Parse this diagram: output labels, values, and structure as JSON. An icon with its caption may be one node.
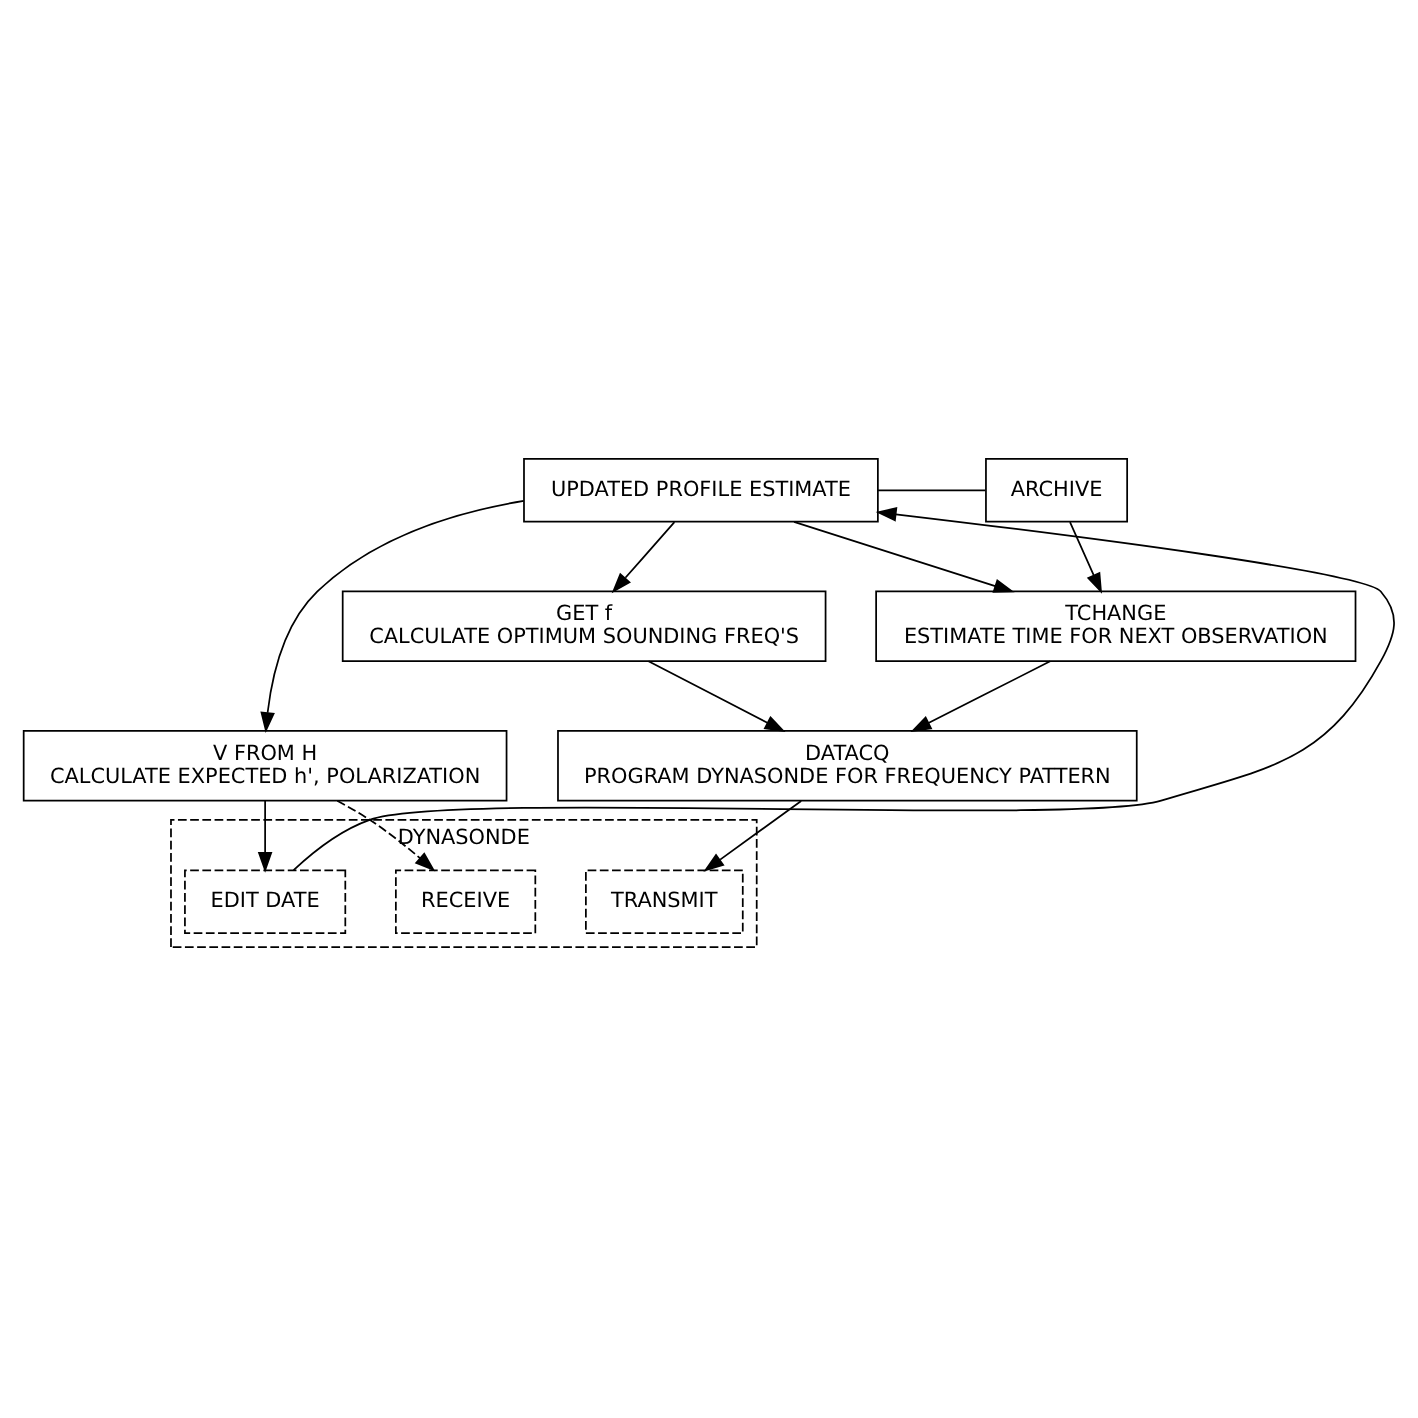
{
  "diagram": {
    "nodes": [
      {
        "text": [
          "UPDATED PROFILE ESTIMATE"
        ]
      },
      {
        "text": [
          "ARCHIVE"
        ]
      },
      {
        "text": [
          "V FROM H",
          "CALCULATE EXPECTED h', POLARIZATION"
        ]
      },
      {
        "text": [
          "GET f",
          "CALCULATE OPTIMUM SOUNDING FREQ'S"
        ]
      },
      {
        "text": [
          "TCHANGE",
          "ESTIMATE TIME FOR NEXT OBSERVATION"
        ]
      },
      {
        "text": [
          "DATACQ",
          "PROGRAM DYNASONDE FOR FREQUENCY PATTERN"
        ]
      },
      {
        "text": [
          "DYNASONDE"
        ]
      },
      {
        "text": [
          "TRANSMIT"
        ],
        "in": 6
      },
      {
        "text": [
          "RECEIVE"
        ],
        "in": 6
      },
      {
        "text": [
          "EDIT DATE"
        ],
        "in": 6
      }
    ],
    "edges": [
      {
        "from": 0,
        "to": 1,
        "arrow": "none"
      },
      {
        "from": 0,
        "to": 2,
        "arrow": "to"
      },
      {
        "from": 0,
        "to": 3,
        "arrow": "to"
      },
      {
        "from": 0,
        "to": 4,
        "arrow": "to"
      },
      {
        "from": 1,
        "to": 4,
        "arrow": "to"
      },
      {
        "from": 3,
        "to": 5,
        "arrow": "to"
      },
      {
        "from": 4,
        "to": 5,
        "arrow": "to"
      },
      {
        "from": 5,
        "to": 7,
        "arrow": "to"
      },
      {
        "from": 2,
        "to": 8,
        "arrow": "to",
        "style": "dashed"
      },
      {
        "from": 2,
        "to": 9,
        "arrow": "to"
      },
      {
        "from": 9,
        "to": 0,
        "arrow": "to"
      }
    ]
  }
}
